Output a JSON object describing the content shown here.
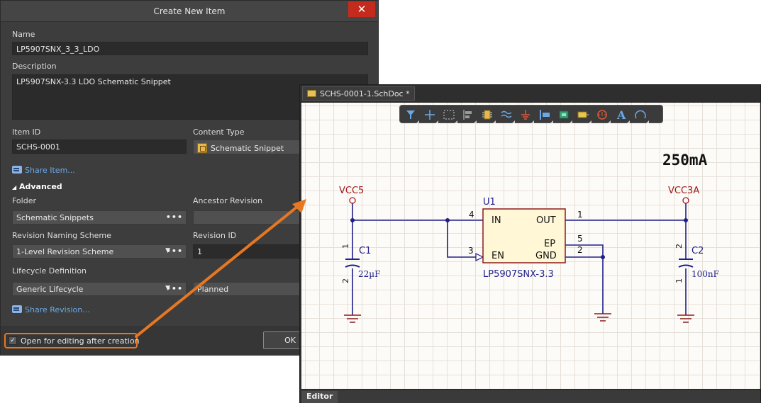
{
  "dialog": {
    "title": "Create New Item",
    "close_glyph": "✕",
    "name_label": "Name",
    "name_value": "LP5907SNX_3_3_LDO",
    "description_label": "Description",
    "description_value": "LP5907SNX-3.3 LDO Schematic Snippet",
    "item_id_label": "Item ID",
    "item_id_value": "SCHS-0001",
    "content_type_label": "Content Type",
    "content_type_value": "Schematic Snippet",
    "share_item_link": "Share Item...",
    "advanced_label": "Advanced",
    "advanced_glyph": "◢",
    "folder_label": "Folder",
    "folder_value": "Schematic Snippets",
    "ancestor_revision_label": "Ancestor Revision",
    "ancestor_revision_value": "",
    "revision_naming_label": "Revision Naming Scheme",
    "revision_naming_value": "1-Level Revision Scheme",
    "revision_id_label": "Revision ID",
    "revision_id_value": "1",
    "lifecycle_label": "Lifecycle Definition",
    "lifecycle_value": "Generic Lifecycle",
    "lifecycle_state_value": "Planned",
    "share_revision_link": "Share Revision...",
    "open_for_editing_label": "Open for editing after creation",
    "open_for_editing_checked": true,
    "ok_label": "OK",
    "dots_glyph": "•••",
    "arrow_glyph": "▼",
    "check_glyph": "✓"
  },
  "editor": {
    "tab_label": "SCHS-0001-1.SchDoc *",
    "status_tab": "Editor",
    "toolbar_icons": [
      "filter-icon",
      "crosshair-icon",
      "select-rect-icon",
      "align-icon",
      "component-icon",
      "harness-icon",
      "ground-icon",
      "port-icon",
      "sheet-entry-icon",
      "device-sheet-icon",
      "directive-icon",
      "text-icon",
      "arc-icon"
    ],
    "current_note": "250mA",
    "u1": {
      "designator": "U1",
      "comment": "LP5907SNX-3.3",
      "pins": [
        {
          "name": "IN",
          "number": "4"
        },
        {
          "name": "EN",
          "number": "3"
        },
        {
          "name": "OUT",
          "number": "1"
        },
        {
          "name": "EP",
          "number": "5"
        },
        {
          "name": "GND",
          "number": "2"
        }
      ]
    },
    "vcc_in": "VCC5",
    "vcc_out": "VCC3A",
    "c1": {
      "designator": "C1",
      "value": "22µF",
      "pin_top": "1",
      "pin_bottom": "2"
    },
    "c2": {
      "designator": "C2",
      "value": "100nF",
      "pin_top": "2",
      "pin_bottom": "1"
    }
  },
  "colors": {
    "accent_orange": "#e87722",
    "wire_blue": "#1f1f8a",
    "component_fill": "#fff7d6",
    "component_border": "#8b1a1a",
    "designator_blue": "#1f1f8a",
    "power_red": "#a01a1a"
  }
}
